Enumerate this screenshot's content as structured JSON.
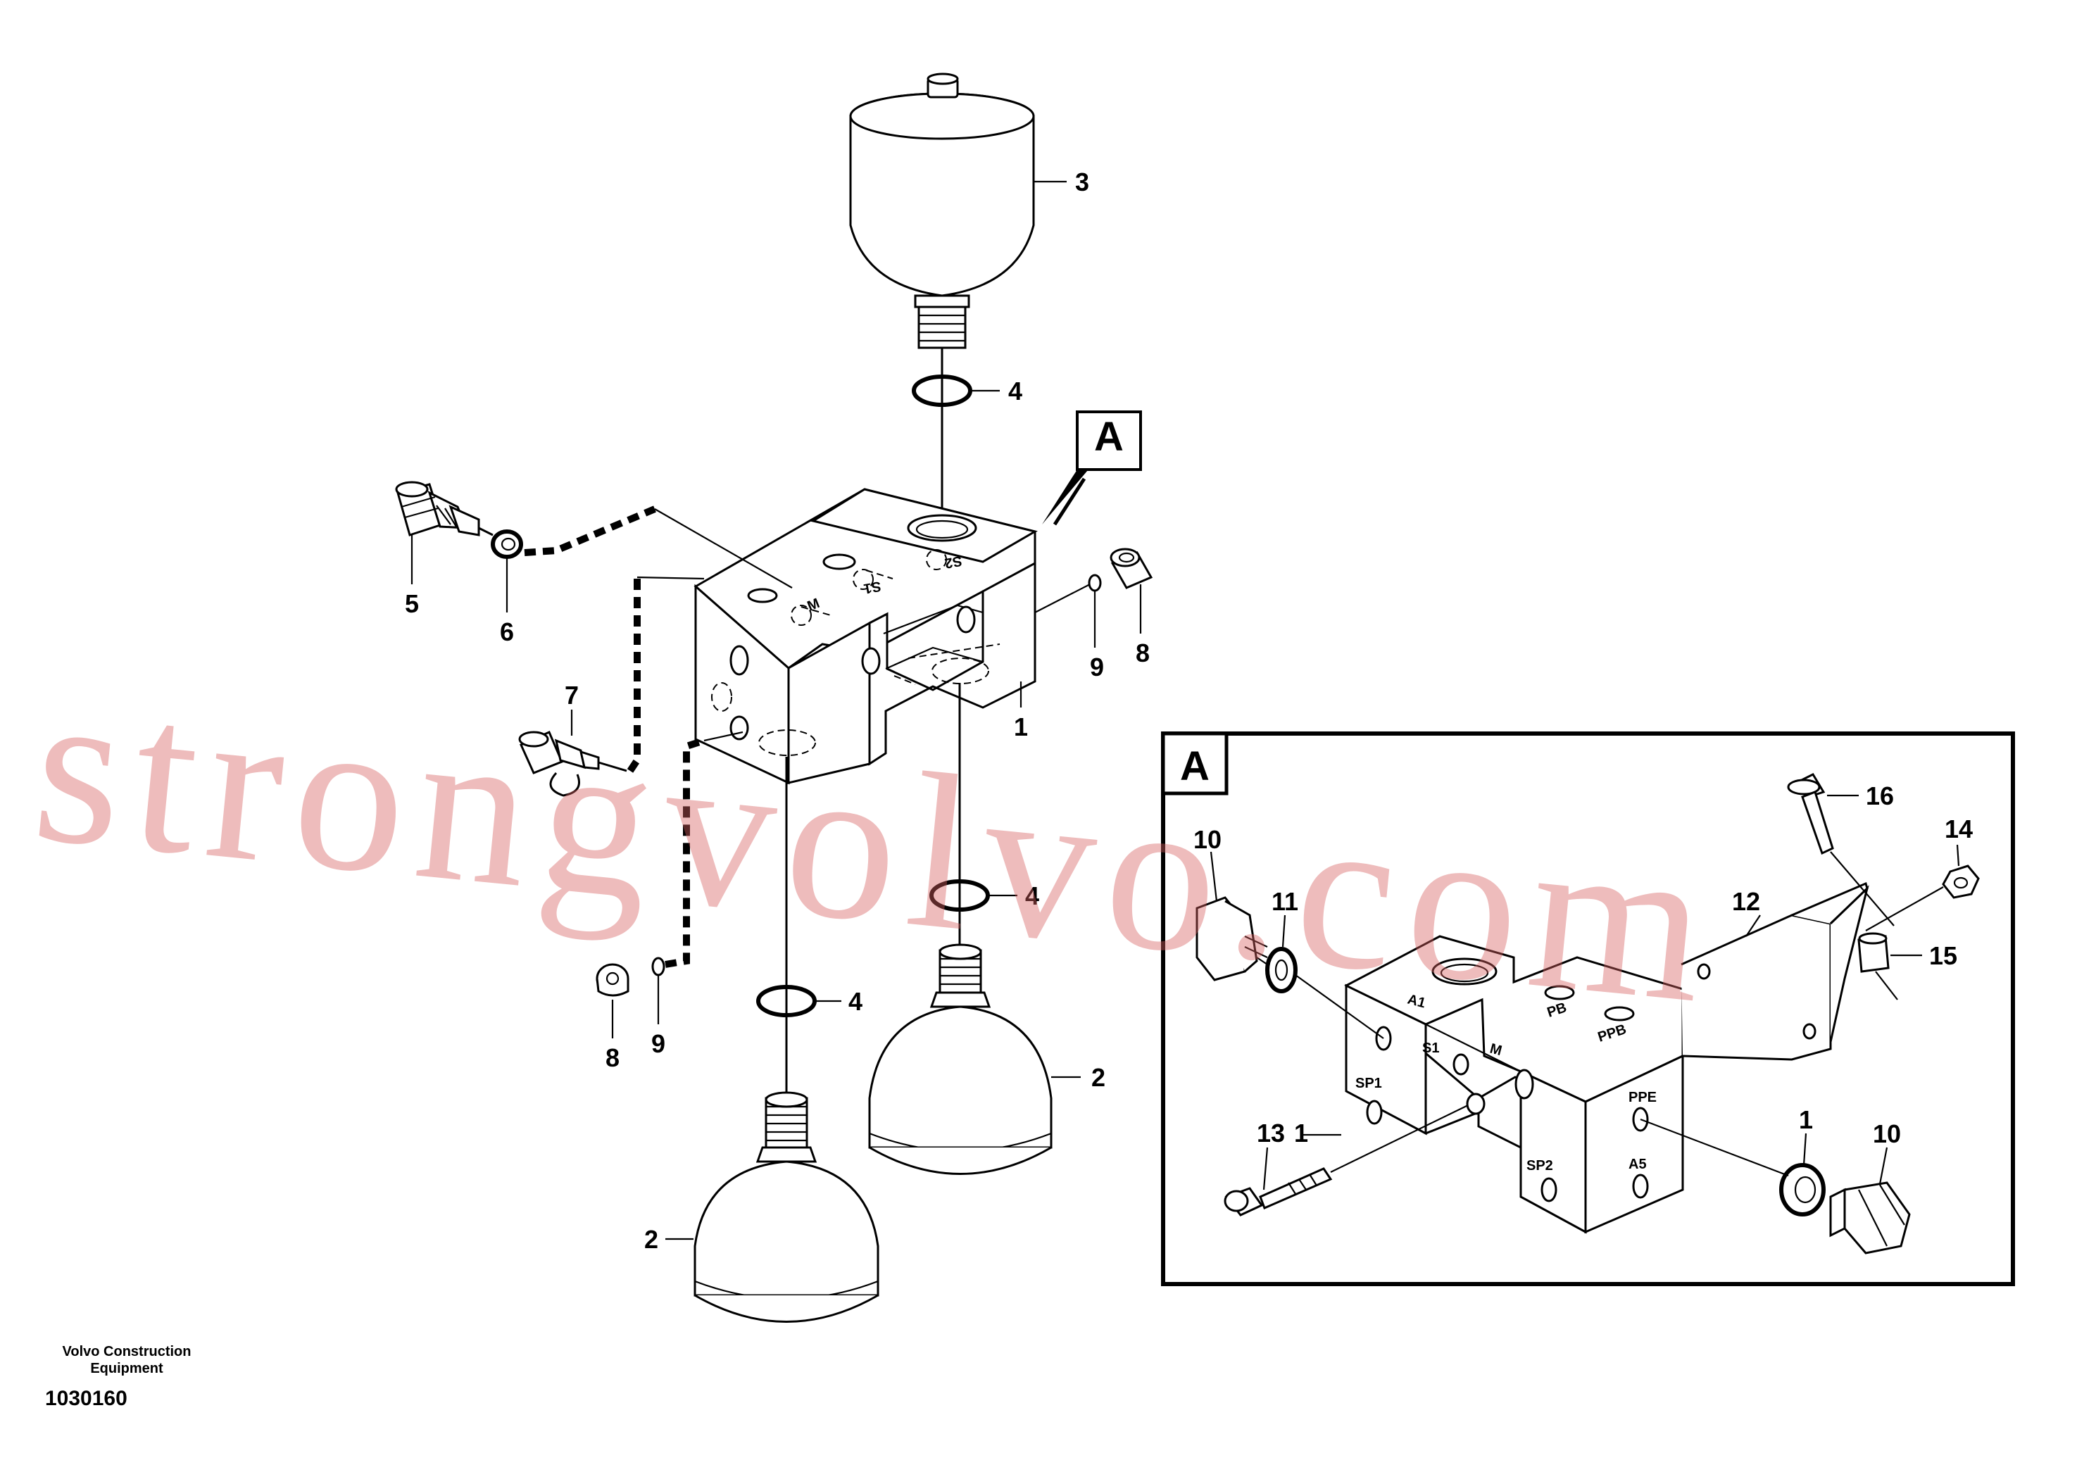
{
  "callouts": {
    "c1": "1",
    "c2a": "2",
    "c2b": "2",
    "c3": "3",
    "c4a": "4",
    "c4b": "4",
    "c4c": "4",
    "c5": "5",
    "c6": "6",
    "c7": "7",
    "c8a": "8",
    "c8b": "8",
    "c9a": "9",
    "c9b": "9"
  },
  "detail": {
    "marker_label": "A",
    "box_label": "A",
    "callouts": {
      "c1a": "1",
      "c1b": "1",
      "c10a": "10",
      "c10b": "10",
      "c11": "11",
      "c12": "12",
      "c13": "13",
      "c14": "14",
      "c15": "15",
      "c16": "16"
    },
    "ports": {
      "a1": "A1",
      "s1": "S1",
      "pb": "PB",
      "ppb": "PPB",
      "m": "M",
      "sp1": "SP1",
      "sp2": "SP2",
      "ppe": "PPE",
      "a5": "A5"
    }
  },
  "main_ports": {
    "m": "M",
    "s1": "S1",
    "s2": "S2"
  },
  "footer": {
    "org_line1": "Volvo Construction",
    "org_line2": "Equipment",
    "drawing_number": "1030160"
  },
  "watermark": "strongvolvo.com"
}
